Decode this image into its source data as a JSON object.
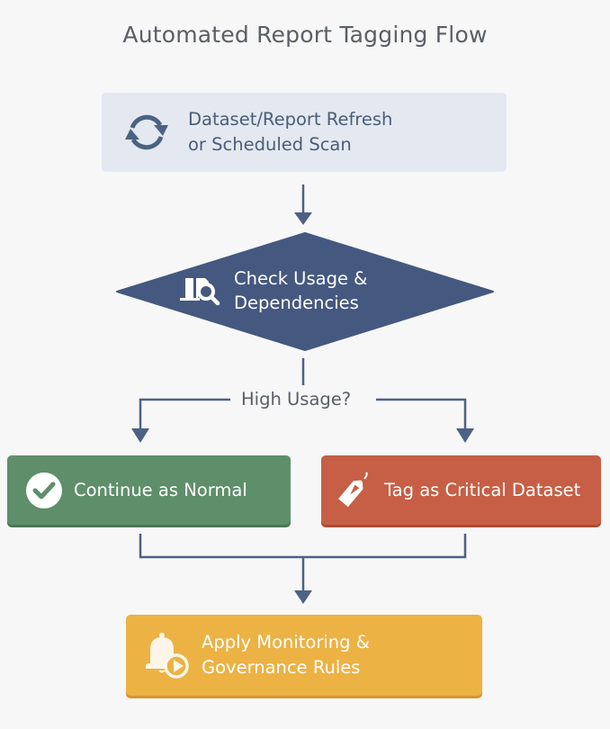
{
  "title": "Automated Report Tagging Flow",
  "colors": {
    "start_bg": "#e4e8f0",
    "decision_bg": "#45587f",
    "connector": "#4d6184",
    "normal_bg": "#5e8f6a",
    "critical_bg": "#c65f45",
    "final_bg": "#ecb244"
  },
  "nodes": {
    "start": {
      "icon": "refresh-icon",
      "line1": "Dataset/Report Refresh",
      "line2": "or Scheduled Scan"
    },
    "decision": {
      "icon": "usage-search-icon",
      "line1": "Check Usage &",
      "line2": "Dependencies"
    },
    "question": "High Usage?",
    "normal": {
      "icon": "check-circle-icon",
      "label": "Continue as Normal"
    },
    "critical": {
      "icon": "tag-icon",
      "label": "Tag as Critical Dataset"
    },
    "final": {
      "icon": "bell-play-icon",
      "line1": "Apply Monitoring &",
      "line2": "Governance Rules"
    }
  }
}
